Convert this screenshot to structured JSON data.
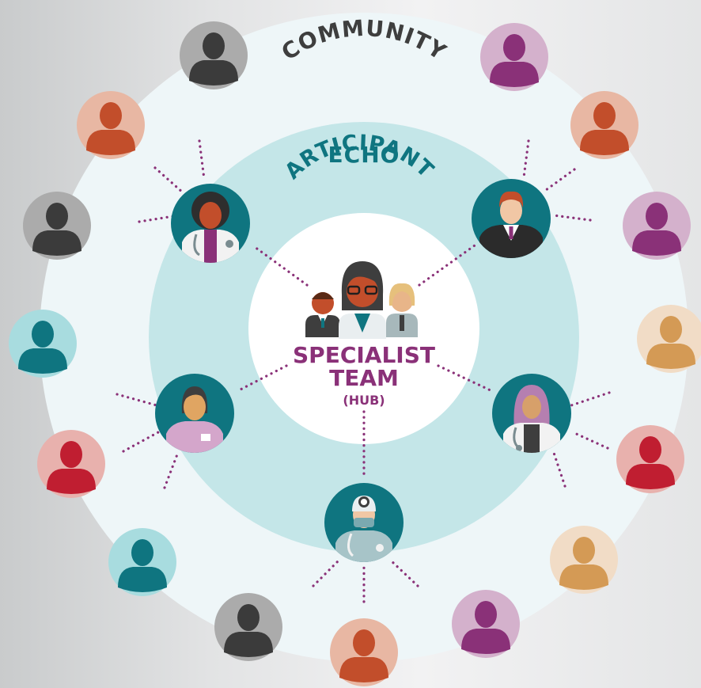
{
  "colors": {
    "outer_ring": "#eef6f8",
    "middle_ring": "#c4e6e8",
    "hub": "#ffffff",
    "teal": "#0f7580",
    "purple": "#8a3178",
    "dark_gray": "#3e3e3e",
    "dots": "#8a3178"
  },
  "labels": {
    "community": "COMMUNITY",
    "echo_line1": "ECHO",
    "echo_line2": "PARTICIPANTS",
    "hub_line1": "SPECIALIST",
    "hub_line2": "TEAM",
    "hub_line3": "(HUB)"
  },
  "participants": [
    {
      "name": "participant-doctor-curly-hair-icon",
      "icon": "doctor"
    },
    {
      "name": "participant-man-in-suit-icon",
      "icon": "suit"
    },
    {
      "name": "participant-nurse-icon",
      "icon": "nurse"
    },
    {
      "name": "participant-hijab-doctor-icon",
      "icon": "hijab-doctor"
    },
    {
      "name": "participant-surgeon-headlamp-icon",
      "icon": "surgeon"
    }
  ],
  "community_members": [
    {
      "name": "community-member-icon",
      "bg": "#ababab",
      "fg": "#3b3b3b"
    },
    {
      "name": "community-member-icon",
      "bg": "#d4b1cc",
      "fg": "#8a3178"
    },
    {
      "name": "community-member-icon",
      "bg": "#e8b7a3",
      "fg": "#c24e2b"
    },
    {
      "name": "community-member-icon",
      "bg": "#e8b7a3",
      "fg": "#c24e2b"
    },
    {
      "name": "community-member-icon",
      "bg": "#ababab",
      "fg": "#3b3b3b"
    },
    {
      "name": "community-member-icon",
      "bg": "#d4b1cc",
      "fg": "#8a3178"
    },
    {
      "name": "community-member-icon",
      "bg": "#a8dcdf",
      "fg": "#0f7580"
    },
    {
      "name": "community-member-icon",
      "bg": "#f1dcc6",
      "fg": "#d49a55"
    },
    {
      "name": "community-member-icon",
      "bg": "#e8b1ad",
      "fg": "#c01e31"
    },
    {
      "name": "community-member-icon",
      "bg": "#e8b1ad",
      "fg": "#c01e31"
    },
    {
      "name": "community-member-icon",
      "bg": "#a8dcdf",
      "fg": "#0f7580"
    },
    {
      "name": "community-member-icon",
      "bg": "#f1dcc6",
      "fg": "#d49a55"
    },
    {
      "name": "community-member-icon",
      "bg": "#ababab",
      "fg": "#3b3b3b"
    },
    {
      "name": "community-member-icon",
      "bg": "#d4b1cc",
      "fg": "#8a3178"
    },
    {
      "name": "community-member-icon",
      "bg": "#e8b7a3",
      "fg": "#c24e2b"
    }
  ]
}
